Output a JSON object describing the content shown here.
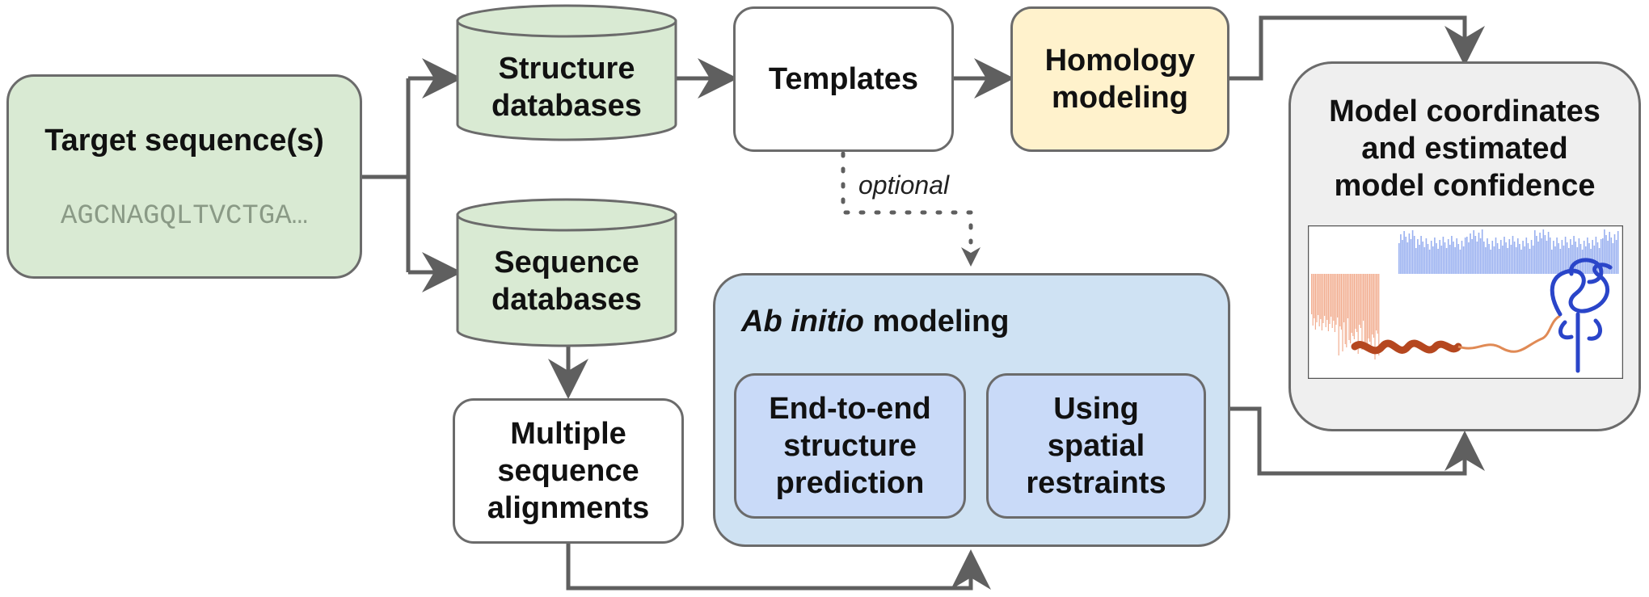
{
  "nodes": {
    "target": {
      "title": "Target sequence(s)",
      "sequence": "AGCNAGQLTVCTGA…"
    },
    "structure_db": {
      "line1": "Structure",
      "line2": "databases"
    },
    "sequence_db": {
      "line1": "Sequence",
      "line2": "databases"
    },
    "templates": {
      "label": "Templates"
    },
    "homology": {
      "line1": "Homology",
      "line2": "modeling"
    },
    "msa": {
      "line1": "Multiple",
      "line2": "sequence",
      "line3": "alignments"
    },
    "ab_initio": {
      "title_italic": "Ab initio",
      "title_rest": " modeling"
    },
    "end_to_end": {
      "line1": "End-to-end",
      "line2": "structure",
      "line3": "prediction"
    },
    "spatial": {
      "line1": "Using",
      "line2": "spatial",
      "line3": "restraints"
    },
    "output": {
      "line1": "Model coordinates",
      "line2": "and estimated",
      "line3": "model confidence"
    }
  },
  "edges": {
    "optional_label": "optional"
  },
  "colors": {
    "green_fill": "#d9ead3",
    "yellow_fill": "#fff2cc",
    "blue_panel": "#cfe2f3",
    "blue_inner": "#c9daf8",
    "grey_fill": "#efefef",
    "stroke": "#6b6b6b",
    "sequence_text": "#8a9a86"
  }
}
